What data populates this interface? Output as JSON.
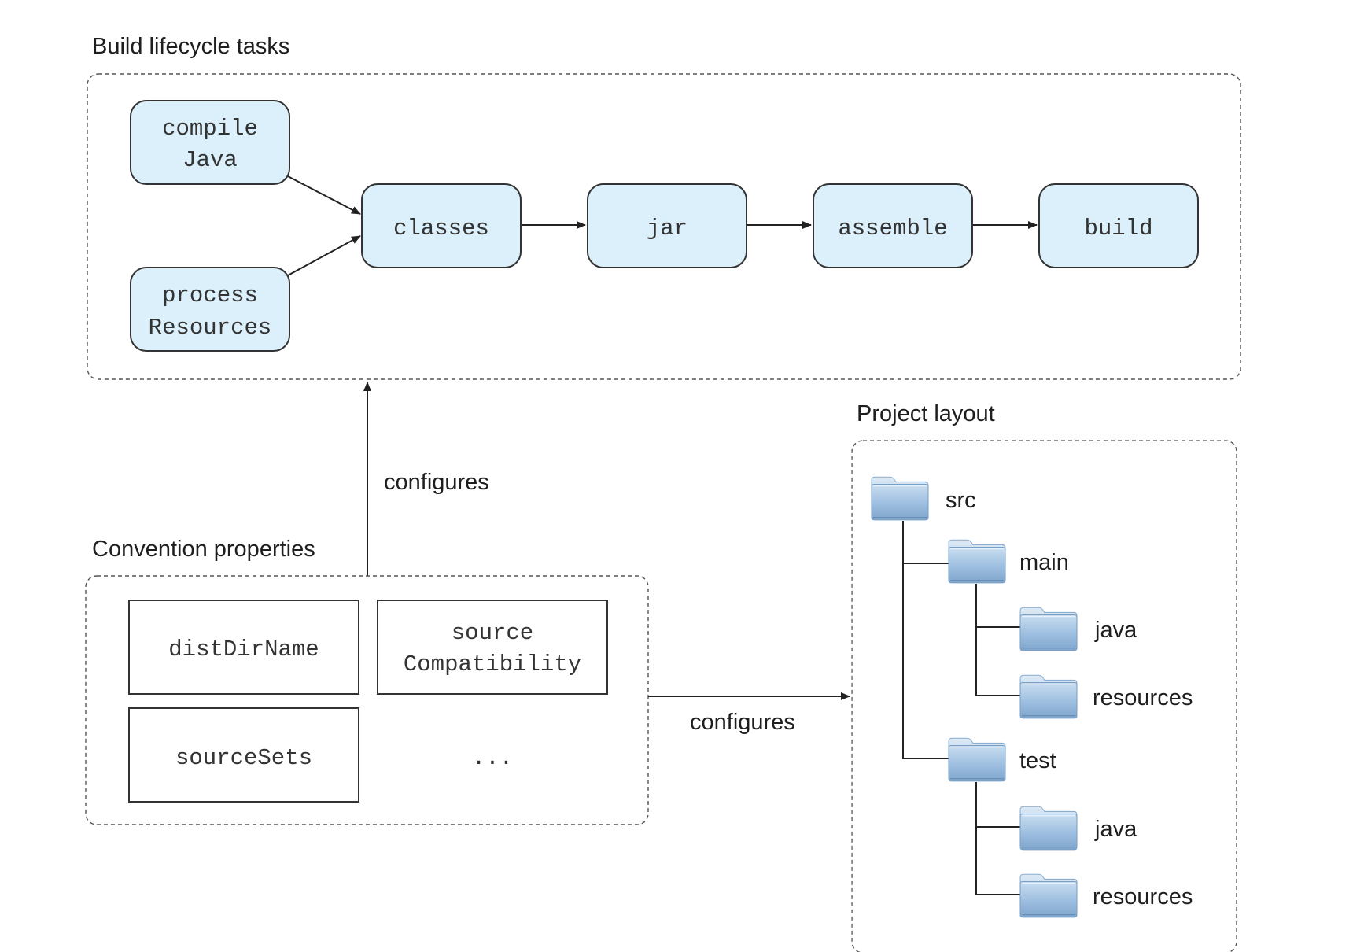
{
  "colors": {
    "task_fill": "#dcf0fb",
    "task_stroke": "#333333",
    "frame_stroke": "#555555",
    "folder_light": "#c9def0",
    "folder_dark": "#7fa6cc",
    "text": "#1e1e1e"
  },
  "build_lifecycle": {
    "title": "Build lifecycle tasks",
    "tasks": {
      "compile_java": [
        "compile",
        "Java"
      ],
      "process_resources": [
        "process",
        "Resources"
      ],
      "classes": "classes",
      "jar": "jar",
      "assemble": "assemble",
      "build": "build"
    }
  },
  "convention_properties": {
    "title": "Convention properties",
    "dist_dir_name": "distDirName",
    "source_compatibility": [
      "source",
      "Compatibility"
    ],
    "source_sets": "sourceSets",
    "more": "..."
  },
  "edges": {
    "configures_tasks": "configures",
    "configures_layout": "configures"
  },
  "project_layout": {
    "title": "Project layout",
    "folder_icon": "folder-icon",
    "folders": {
      "src": "src",
      "main": "main",
      "main_java": "java",
      "main_resources": "resources",
      "test": "test",
      "test_java": "java",
      "test_resources": "resources"
    }
  }
}
